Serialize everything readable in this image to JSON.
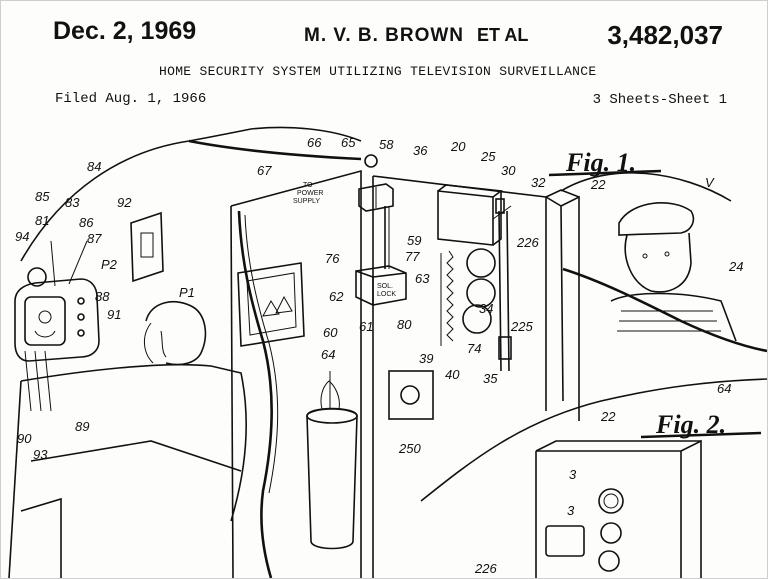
{
  "header": {
    "date": "Dec. 2, 1969",
    "inventor": "M. V. B. BROWN",
    "et_al": "ET AL",
    "patent_number": "3,482,037",
    "title": "HOME SECURITY SYSTEM UTILIZING TELEVISION SURVEILLANCE",
    "filed": "Filed Aug. 1, 1966",
    "sheets": "3 Sheets-Sheet 1"
  },
  "figures": {
    "fig1": "Fig. 1.",
    "fig2": "Fig. 2."
  },
  "drawing_text": {
    "power_supply_1": "TO",
    "power_supply_2": "POWER",
    "power_supply_3": "SUPPLY",
    "sol_1": "SOL.",
    "sol_2": "LOCK",
    "p1": "P1",
    "p2": "P2",
    "v": "V"
  },
  "refs": {
    "r84": "84",
    "r85": "85",
    "r83": "83",
    "r81": "81",
    "r94": "94",
    "r86": "86",
    "r87": "87",
    "r92": "92",
    "r88": "88",
    "r91": "91",
    "r90": "90",
    "r93": "93",
    "r89": "89",
    "r66": "66",
    "r65": "65",
    "r58": "58",
    "r36": "36",
    "r20": "20",
    "r25": "25",
    "r30": "30",
    "r32": "32",
    "r22": "22",
    "r67": "67",
    "r59": "59",
    "r76": "76",
    "r77": "77",
    "r63": "63",
    "r62": "62",
    "r60": "60",
    "r61": "61",
    "r80": "80",
    "r39": "39",
    "r40": "40",
    "r34": "34",
    "r74": "74",
    "r35": "35",
    "r226": "226",
    "r225": "225",
    "r24": "24",
    "r64": "64",
    "r250": "250",
    "r64b": "64",
    "r22b": "22",
    "r3a": "3",
    "r3b": "3",
    "r226b": "226"
  }
}
